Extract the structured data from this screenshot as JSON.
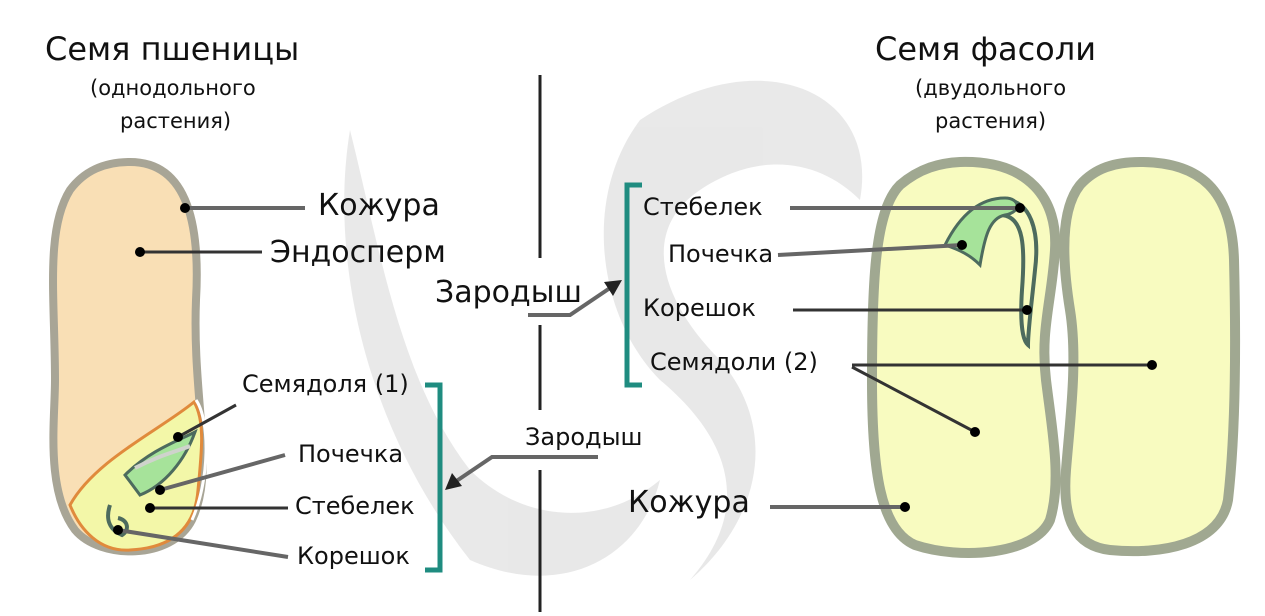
{
  "colors": {
    "endosperm": "#f9dfb5",
    "seed_coat": "#a8a596",
    "embryo_yellow": "#f3f7a8",
    "embryo_border": "#e08a3c",
    "green": "#a6e39a",
    "dark_green": "#4d6b5e",
    "cotyledon": "#f8fbc0",
    "bracket": "#1f8c80"
  },
  "wheat": {
    "title": "Семя пшеницы",
    "subtitle_1": "(однодольного",
    "subtitle_2": "растения)",
    "labels": {
      "coat": "Кожура",
      "endosperm": "Эндосперм",
      "cotyledon": "Семядоля (1)",
      "bud": "Почечка",
      "stem": "Стебелек",
      "root": "Корешок",
      "embryo": "Зародыш"
    }
  },
  "bean": {
    "title": "Семя фасоли",
    "subtitle_1": "(двудольного",
    "subtitle_2": "растения)",
    "labels": {
      "embryo": "Зародыш",
      "stem": "Стебелек",
      "bud": "Почечка",
      "root": "Корешок",
      "cotyledons": "Семядоли (2)",
      "coat": "Кожура"
    }
  }
}
